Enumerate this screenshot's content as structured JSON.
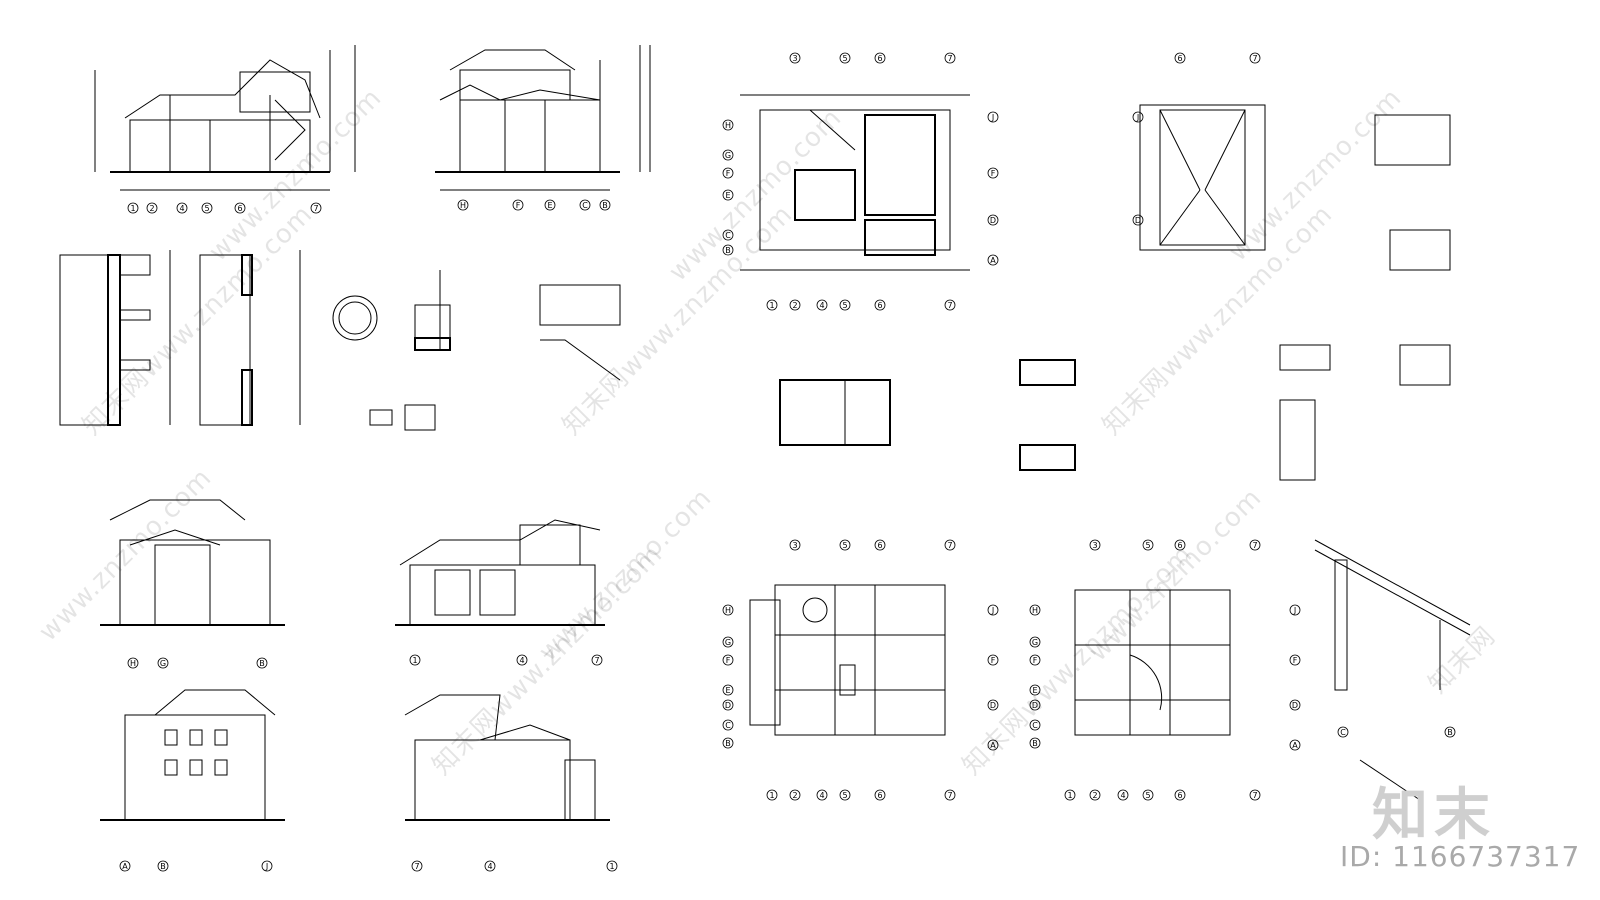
{
  "watermark": {
    "text": "www.znzmo.com",
    "brand": "知末网"
  },
  "logo": {
    "text": "知末"
  },
  "id_label": {
    "text": "ID: 1166737317"
  },
  "grid_labels": {
    "section_1": [
      "1",
      "2",
      "4",
      "5",
      "6",
      "7"
    ],
    "section_2": [
      "H",
      "F",
      "E",
      "C",
      "B"
    ],
    "floor_plan_top": [
      "3",
      "5",
      "6",
      "7"
    ],
    "floor_plan_top_rows": [
      "H",
      "G",
      "F",
      "E",
      "C",
      "B",
      "A"
    ],
    "floor_plan_top_bottom": [
      "1",
      "2",
      "4",
      "5",
      "6",
      "7"
    ],
    "floor_plan_top_right": [
      "J",
      "F",
      "D",
      "A"
    ],
    "roof_plan_top": [
      "6",
      "7"
    ],
    "roof_plan_rows": [
      "J",
      "D"
    ],
    "elev_left": [
      "H",
      "G",
      "B"
    ],
    "elev_right": [
      "1",
      "4",
      "7"
    ],
    "elev_front": [
      "A",
      "B",
      "J"
    ],
    "elev_rear": [
      "7",
      "4",
      "1"
    ],
    "plan_g_top": [
      "3",
      "5",
      "6",
      "7"
    ],
    "plan_g_bottom": [
      "1",
      "2",
      "4",
      "5",
      "6",
      "7"
    ],
    "plan_g_rows": [
      "H",
      "G",
      "F",
      "E",
      "D",
      "C",
      "B"
    ],
    "plan_g_right": [
      "J",
      "F",
      "D",
      "A"
    ],
    "plan_2_top": [
      "3",
      "5",
      "6",
      "7"
    ],
    "plan_2_bottom": [
      "1",
      "2",
      "4",
      "5",
      "6",
      "7"
    ],
    "plan_2_rows": [
      "H",
      "G",
      "F",
      "E",
      "D",
      "C",
      "B"
    ],
    "plan_2_right": [
      "J",
      "F",
      "D",
      "A"
    ],
    "detail_roof": [
      "C",
      "B"
    ]
  },
  "colors": {
    "line": "#000000",
    "watermark": "#000000",
    "logo": "#cfcfcf",
    "id": "#a9a9a9"
  }
}
